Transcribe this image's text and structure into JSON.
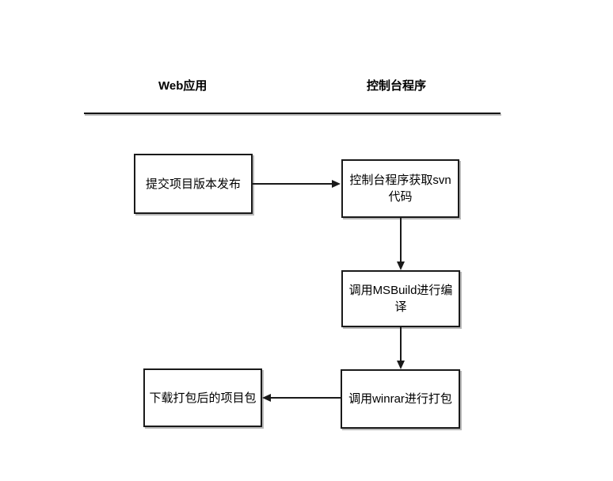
{
  "diagram": {
    "type": "flowchart",
    "lanes": [
      {
        "label": "Web应用"
      },
      {
        "label": "控制台程序"
      }
    ],
    "nodes": [
      {
        "id": "submit-release",
        "lane": "Web应用",
        "label": "提交项目版本发布"
      },
      {
        "id": "fetch-svn",
        "lane": "控制台程序",
        "label": "控制台程序获取svn代码"
      },
      {
        "id": "msbuild-compile",
        "lane": "控制台程序",
        "label": "调用MSBuild进行编译"
      },
      {
        "id": "winrar-package",
        "lane": "控制台程序",
        "label": "调用winrar进行打包"
      },
      {
        "id": "download-package",
        "lane": "Web应用",
        "label": "下载打包后的项目包"
      }
    ],
    "edges": [
      {
        "from": "submit-release",
        "to": "fetch-svn",
        "direction": "right"
      },
      {
        "from": "fetch-svn",
        "to": "msbuild-compile",
        "direction": "down"
      },
      {
        "from": "msbuild-compile",
        "to": "winrar-package",
        "direction": "down"
      },
      {
        "from": "winrar-package",
        "to": "download-package",
        "direction": "left"
      }
    ],
    "colors": {
      "background": "#ffffff",
      "line": "#1a1a1a",
      "box_border": "#1a1a1a",
      "box_fill": "#ffffff",
      "shadow": "#b9b9b9",
      "text": "#000000"
    }
  }
}
